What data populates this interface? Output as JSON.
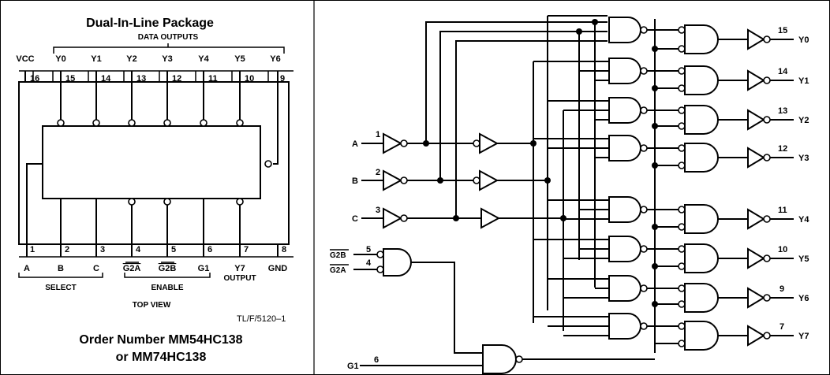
{
  "package": {
    "title": "Dual-In-Line Package",
    "data_outputs_label": "DATA OUTPUTS",
    "top_pins": [
      {
        "name": "VCC",
        "number": "16"
      },
      {
        "name": "Y0",
        "number": "15"
      },
      {
        "name": "Y1",
        "number": "14"
      },
      {
        "name": "Y2",
        "number": "13"
      },
      {
        "name": "Y3",
        "number": "12"
      },
      {
        "name": "Y4",
        "number": "11"
      },
      {
        "name": "Y5",
        "number": "10"
      },
      {
        "name": "Y6",
        "number": "9"
      }
    ],
    "bottom_pins": [
      {
        "name": "A",
        "number": "1"
      },
      {
        "name": "B",
        "number": "2"
      },
      {
        "name": "C",
        "number": "3"
      },
      {
        "name": "G2A",
        "number": "4"
      },
      {
        "name": "G2B",
        "number": "5"
      },
      {
        "name": "G1",
        "number": "6"
      },
      {
        "name": "Y7",
        "number": "7"
      },
      {
        "name": "GND",
        "number": "8"
      }
    ],
    "select_label": "SELECT",
    "enable_label": "ENABLE",
    "output_label": "OUTPUT",
    "top_view_label": "TOP VIEW",
    "figure_code": "TL/F/5120–1",
    "order_line1": "Order Number MM54HC138",
    "order_line2": "or MM74HC138"
  },
  "logic": {
    "inputs": [
      {
        "name": "A",
        "pin": "1"
      },
      {
        "name": "B",
        "pin": "2"
      },
      {
        "name": "C",
        "pin": "3"
      }
    ],
    "enable_inputs": [
      {
        "name": "G2B",
        "pin": "5"
      },
      {
        "name": "G2A",
        "pin": "4"
      }
    ],
    "g1": {
      "name": "G1",
      "pin": "6"
    },
    "outputs": [
      {
        "name": "Y0",
        "pin": "15"
      },
      {
        "name": "Y1",
        "pin": "14"
      },
      {
        "name": "Y2",
        "pin": "13"
      },
      {
        "name": "Y3",
        "pin": "12"
      },
      {
        "name": "Y4",
        "pin": "11"
      },
      {
        "name": "Y5",
        "pin": "10"
      },
      {
        "name": "Y6",
        "pin": "9"
      },
      {
        "name": "Y7",
        "pin": "7"
      }
    ]
  }
}
